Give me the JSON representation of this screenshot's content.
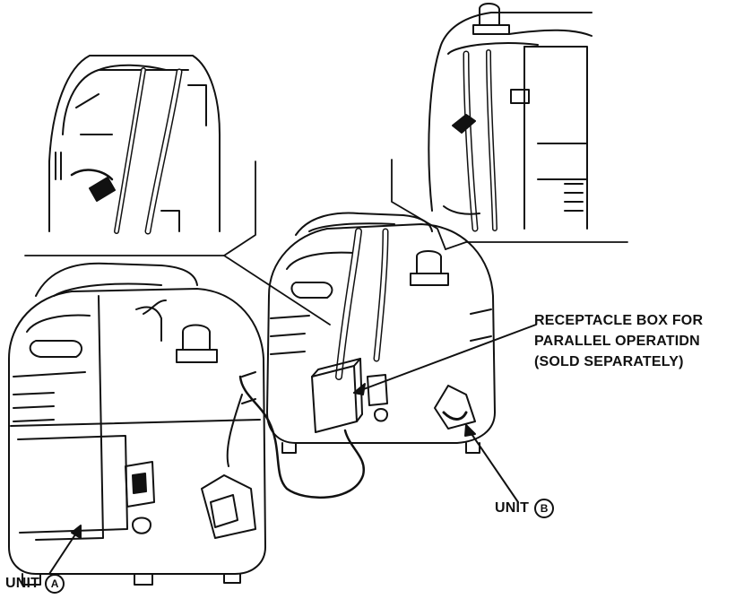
{
  "labels": {
    "receptacle_line1": "RECEPTACLE BOX FOR",
    "receptacle_line2": "PARALLEL OPERATIDN",
    "receptacle_line3": "(SOLD SEPARATELY)",
    "unit_b_text": "UNIT",
    "unit_b_letter": "B",
    "unit_a_text": "UNIT",
    "unit_a_letter": "A"
  },
  "colors": {
    "line": "#111111",
    "background": "#ffffff"
  }
}
